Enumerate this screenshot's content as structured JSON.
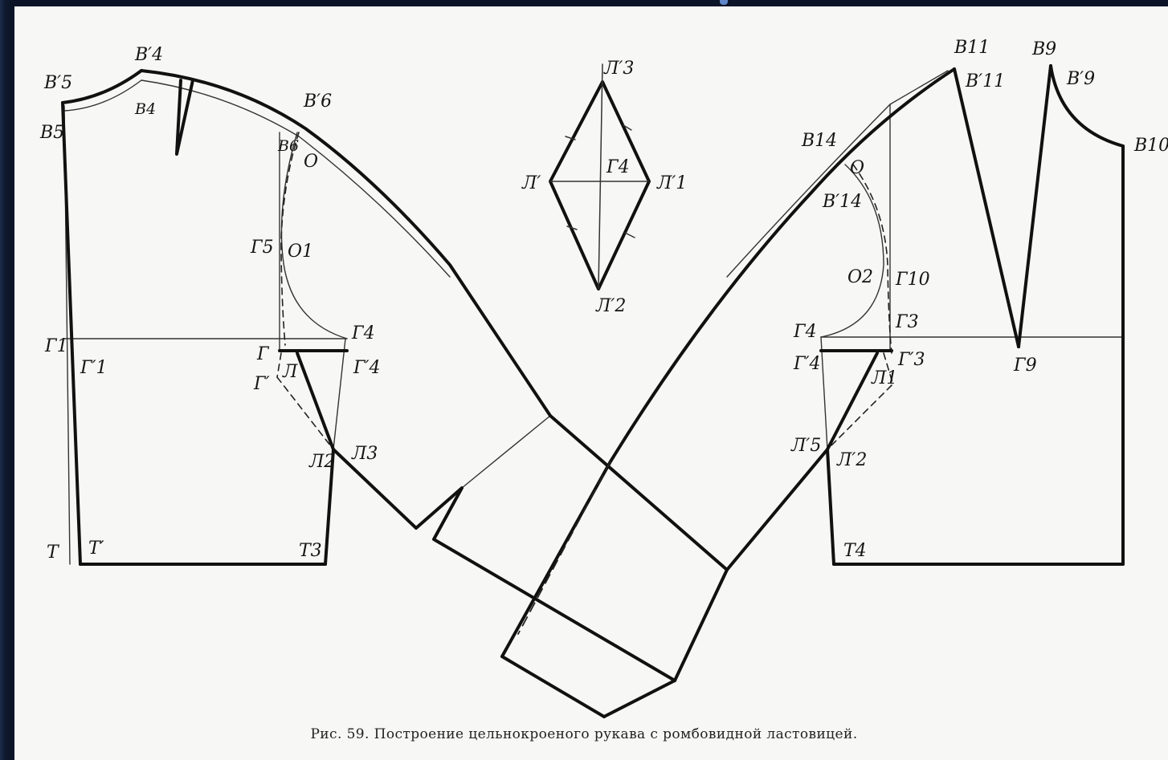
{
  "caption": "Рис. 59. Построение цельнокроеного рукава с ромбовидной ластовицей.",
  "labels": {
    "B5p": "B′5",
    "B4p": "B′4",
    "B4": "B4",
    "B5": "B5",
    "B6p": "B′6",
    "B6": "B6",
    "O_left": "O",
    "G5": "Г5",
    "O1": "O1",
    "G1": "Г1",
    "G1p": "Г′1",
    "G": "Г",
    "Gp": "Г′",
    "L": "Л",
    "G4_left": "Г4",
    "G4p_left": "Г′4",
    "L2": "Л2",
    "L3": "Л3",
    "T": "T",
    "Tp": "T′",
    "T3": "T3",
    "Lr_p3": "Л′3",
    "Lr_G4": "Г4",
    "Lr_p": "Л′",
    "Lr_p1": "Л′1",
    "Lr_p2": "Л′2",
    "B11": "B11",
    "B11p": "B′11",
    "B9": "B9",
    "B9p": "B′9",
    "B10": "B10",
    "B14": "B14",
    "O_right": "O",
    "B14p": "B′14",
    "O2": "O2",
    "G10": "Г10",
    "G3": "Г3",
    "G4_right": "Г4",
    "G4p_right": "Г′4",
    "G3p": "Г′3",
    "G9": "Г9",
    "L1": "Л1",
    "L5p": "Л′5",
    "L2p": "Л′2",
    "T4": "T4"
  }
}
